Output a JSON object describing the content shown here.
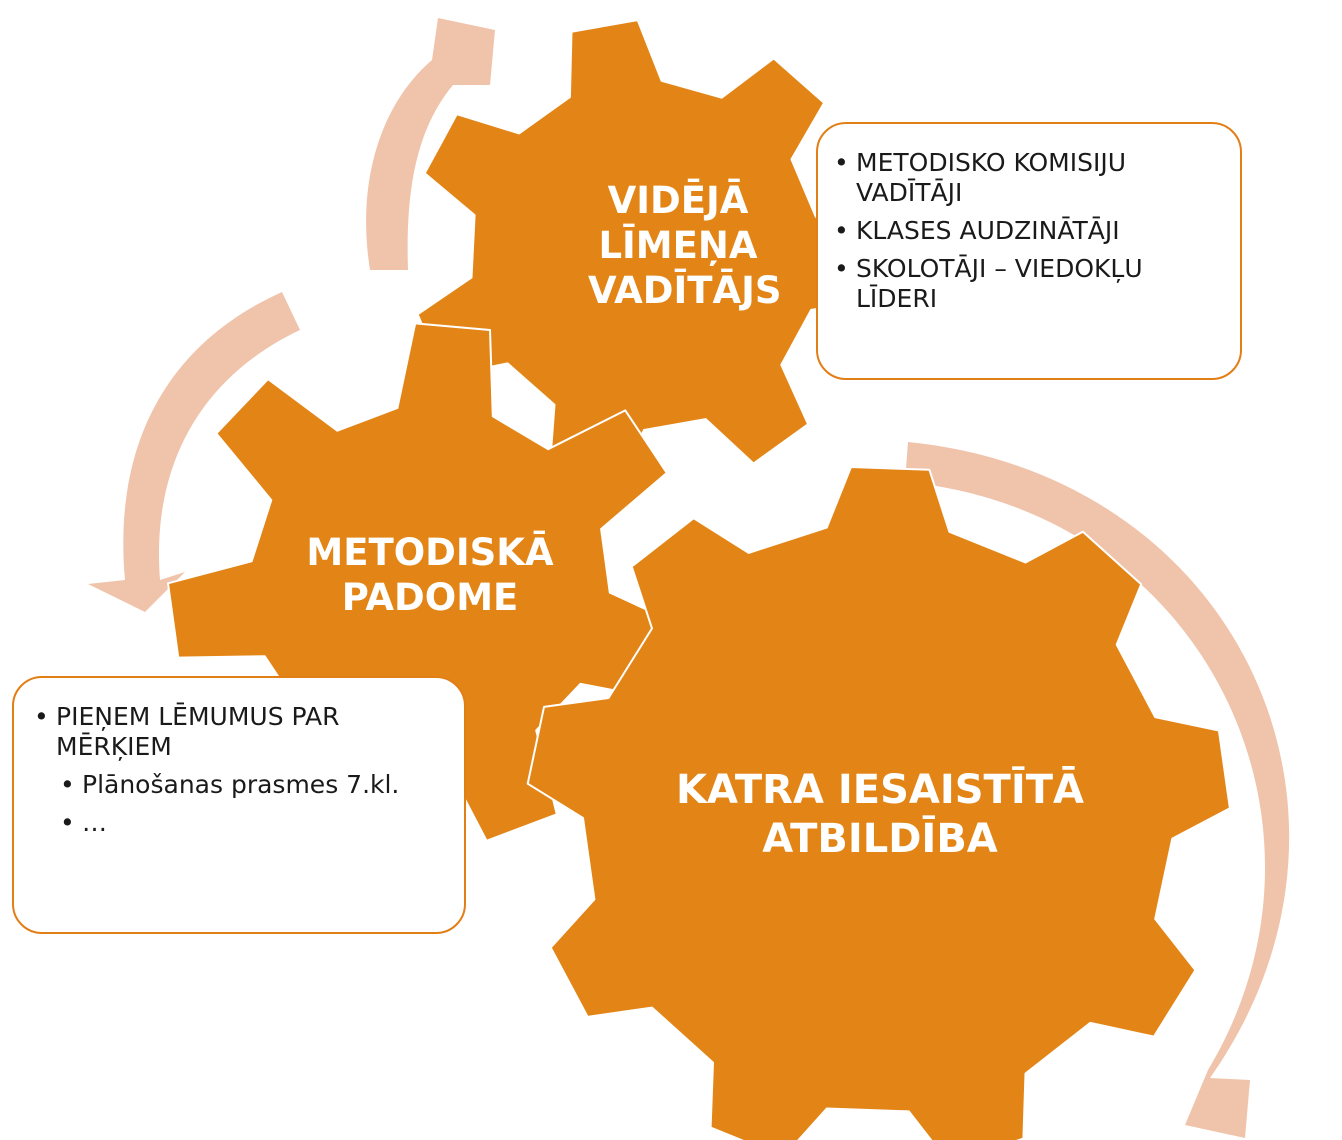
{
  "colors": {
    "gear": "#e38516",
    "arrow": "#f0c3ab",
    "note_border": "#e27e16",
    "text_on_gear": "#ffffff"
  },
  "gears": {
    "top": {
      "lines": [
        "VIDĒJĀ",
        "LĪMEŅA",
        "VADĪTĀJS"
      ]
    },
    "left": {
      "lines": [
        "METODISKĀ",
        "PADOME"
      ]
    },
    "big": {
      "lines": [
        "KATRA IESAISTĪTĀ",
        "ATBILDĪBA"
      ]
    }
  },
  "notes": {
    "right": {
      "items": [
        "METODISKO KOMISIJU VADĪTĀJI",
        "KLASES AUDZINĀTĀJI",
        "SKOLOTĀJI – VIEDOKĻU LĪDERI"
      ]
    },
    "left": {
      "item": "PIEŅEM LĒMUMUS PAR MĒRĶIEM",
      "subitems": [
        "Plānošanas prasmes 7.kl.",
        "…"
      ]
    }
  }
}
